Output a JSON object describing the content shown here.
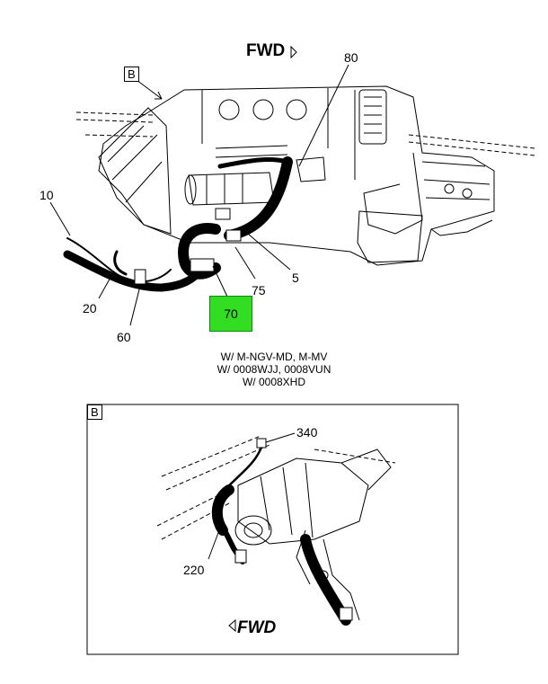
{
  "main_view": {
    "view_label": "B",
    "fwd_label": "FWD",
    "callouts": {
      "c80": "80",
      "c10": "10",
      "c5": "5",
      "c75": "75",
      "c20": "20",
      "c60": "60",
      "c70": "70"
    },
    "highlight_color": "#33dd22"
  },
  "notes": {
    "line1": "W/ M-NGV-MD, M-MV",
    "line2": "W/ 0008WJJ, 0008VUN",
    "line3": "W/ 0008XHD"
  },
  "detail_view": {
    "view_label": "B",
    "fwd_label": "FWD",
    "callouts": {
      "c340": "340",
      "c220": "220"
    }
  }
}
